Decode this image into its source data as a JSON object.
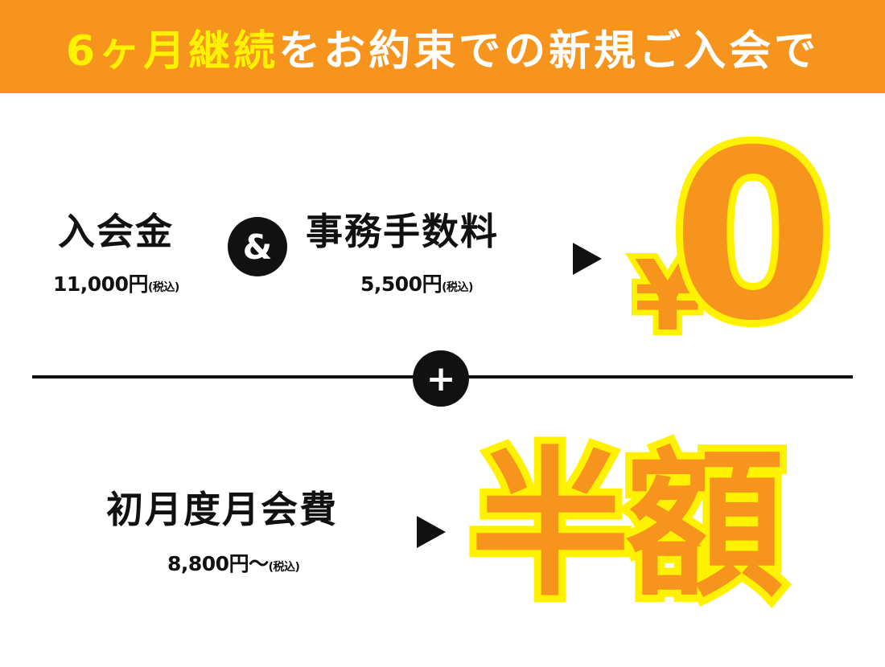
{
  "banner": {
    "highlight": "6ヶ月継続",
    "rest": "をお約束での新規ご入会で"
  },
  "fees": {
    "admission": {
      "label": "入会金",
      "price": "11,000円",
      "tax": "(税込)"
    },
    "ampersand": "&",
    "admin_fee": {
      "label": "事務手数料",
      "price": "5,500円",
      "tax": "(税込)"
    },
    "result_yen": "¥",
    "result_value": "0"
  },
  "plus_symbol": "+",
  "monthly": {
    "label": "初月度月会費",
    "price": "8,800円〜",
    "tax": "(税込)",
    "result": "半額"
  },
  "colors": {
    "orange": "#f7941d",
    "yellow": "#fff200",
    "black": "#111111"
  }
}
